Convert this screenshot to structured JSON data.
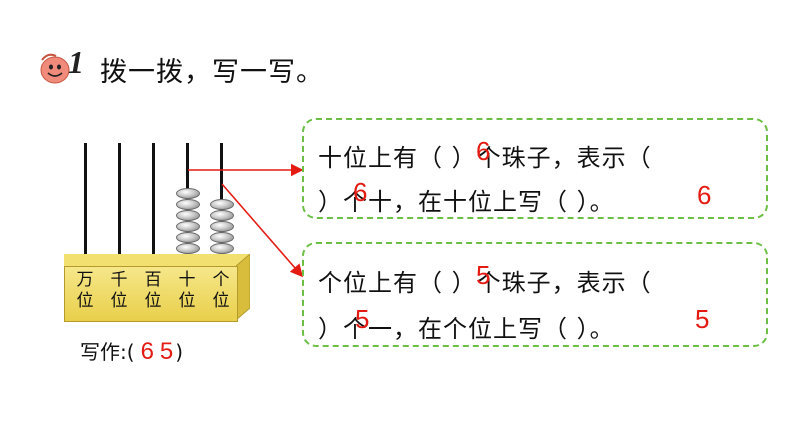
{
  "header": {
    "number": "1",
    "title": "拨一拨，写一写。"
  },
  "abacus": {
    "places": [
      "万位",
      "千位",
      "百位",
      "十位",
      "个位"
    ],
    "beads": {
      "tens": 6,
      "ones": 5
    },
    "write_label": "写作:",
    "write_open": "(",
    "write_close": ")",
    "write_tens": "6",
    "write_ones": "5"
  },
  "tens_box": {
    "line1": "十位上有（   ）个珠子，表示（",
    "line2": "）个十，在十位上写（   ）。",
    "ans_count": "6",
    "ans_represent": "6",
    "ans_write": "6"
  },
  "ones_box": {
    "line1": "个位上有（   ）个珠子，表示（",
    "line2": "）个一，在个位上写（   ）。",
    "ans_count": "5",
    "ans_represent": "5",
    "ans_write": "5"
  },
  "colors": {
    "answer": "#e41b13",
    "box_border": "#6bbf45",
    "arrow": "#e41b13",
    "abacus_base": "#f2e071"
  }
}
